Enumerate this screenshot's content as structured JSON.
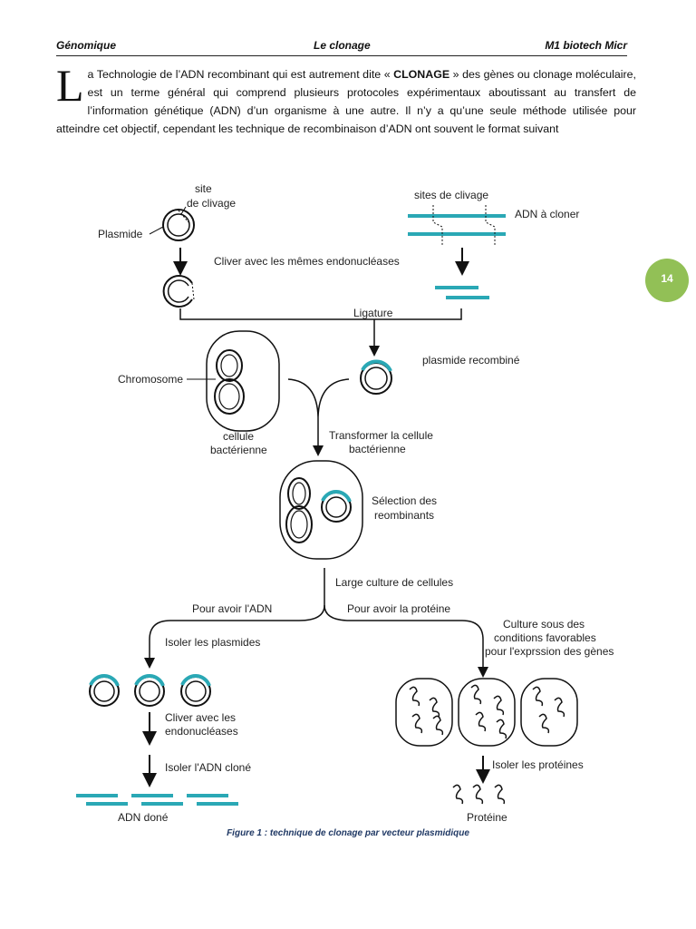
{
  "header": {
    "left": "Génomique",
    "center": "Le clonage",
    "right": "M1 biotech Micr"
  },
  "page_number": "14",
  "intro": {
    "dropcap": "L",
    "text_before": "a Technologie de l’ADN recombinant qui est autrement dite « ",
    "bold": "CLONAGE",
    "text_after": " » des gènes ou clonage moléculaire, est un terme général qui comprend plusieurs protocoles expérimentaux aboutissant au transfert de l’information génétique (ADN) d’un organisme à une autre. Il n’y a qu’une seule méthode utilisée pour atteindre cet objectif, cependant les technique de recombinaison d’ADN ont souvent le format suivant"
  },
  "diagram": {
    "site_clivage_1": "site",
    "site_clivage_2": "de clivage",
    "plasmide": "Plasmide",
    "sites_clivage": "sites de clivage",
    "adn_a_cloner": "ADN à cloner",
    "cliver": "Cliver avec les mêmes endonucléases",
    "ligature": "Ligature",
    "plasmide_recombine": "plasmide recombiné",
    "chromosome": "Chromosome",
    "cellule_1": "cellule",
    "cellule_2": "bactérienne",
    "transformer_1": "Transformer la cellule",
    "transformer_2": "bactérienne",
    "selection_1": "Sélection des",
    "selection_2": "reombinants",
    "large_culture": "Large culture de cellules",
    "pour_adn": "Pour avoir l'ADN",
    "pour_proteine": "Pour avoir la protéine",
    "isoler_plasmides": "Isoler les plasmides",
    "culture_1": "Culture sous des",
    "culture_2": "conditions favorables",
    "culture_3": "pour l'exprssion des gènes",
    "cliver_endo_1": "Cliver avec les",
    "cliver_endo_2": "endonucléases",
    "isoler_adn": "Isoler l'ADN cloné",
    "isoler_proteines": "Isoler les protéines",
    "adn_clone": "ADN doné",
    "proteine": "Protéine"
  },
  "caption": "Figure 1 : technique de clonage par vecteur plasmidique",
  "colors": {
    "dna": "#2aa8b5",
    "badge": "#92c056",
    "caption": "#1f3864"
  }
}
